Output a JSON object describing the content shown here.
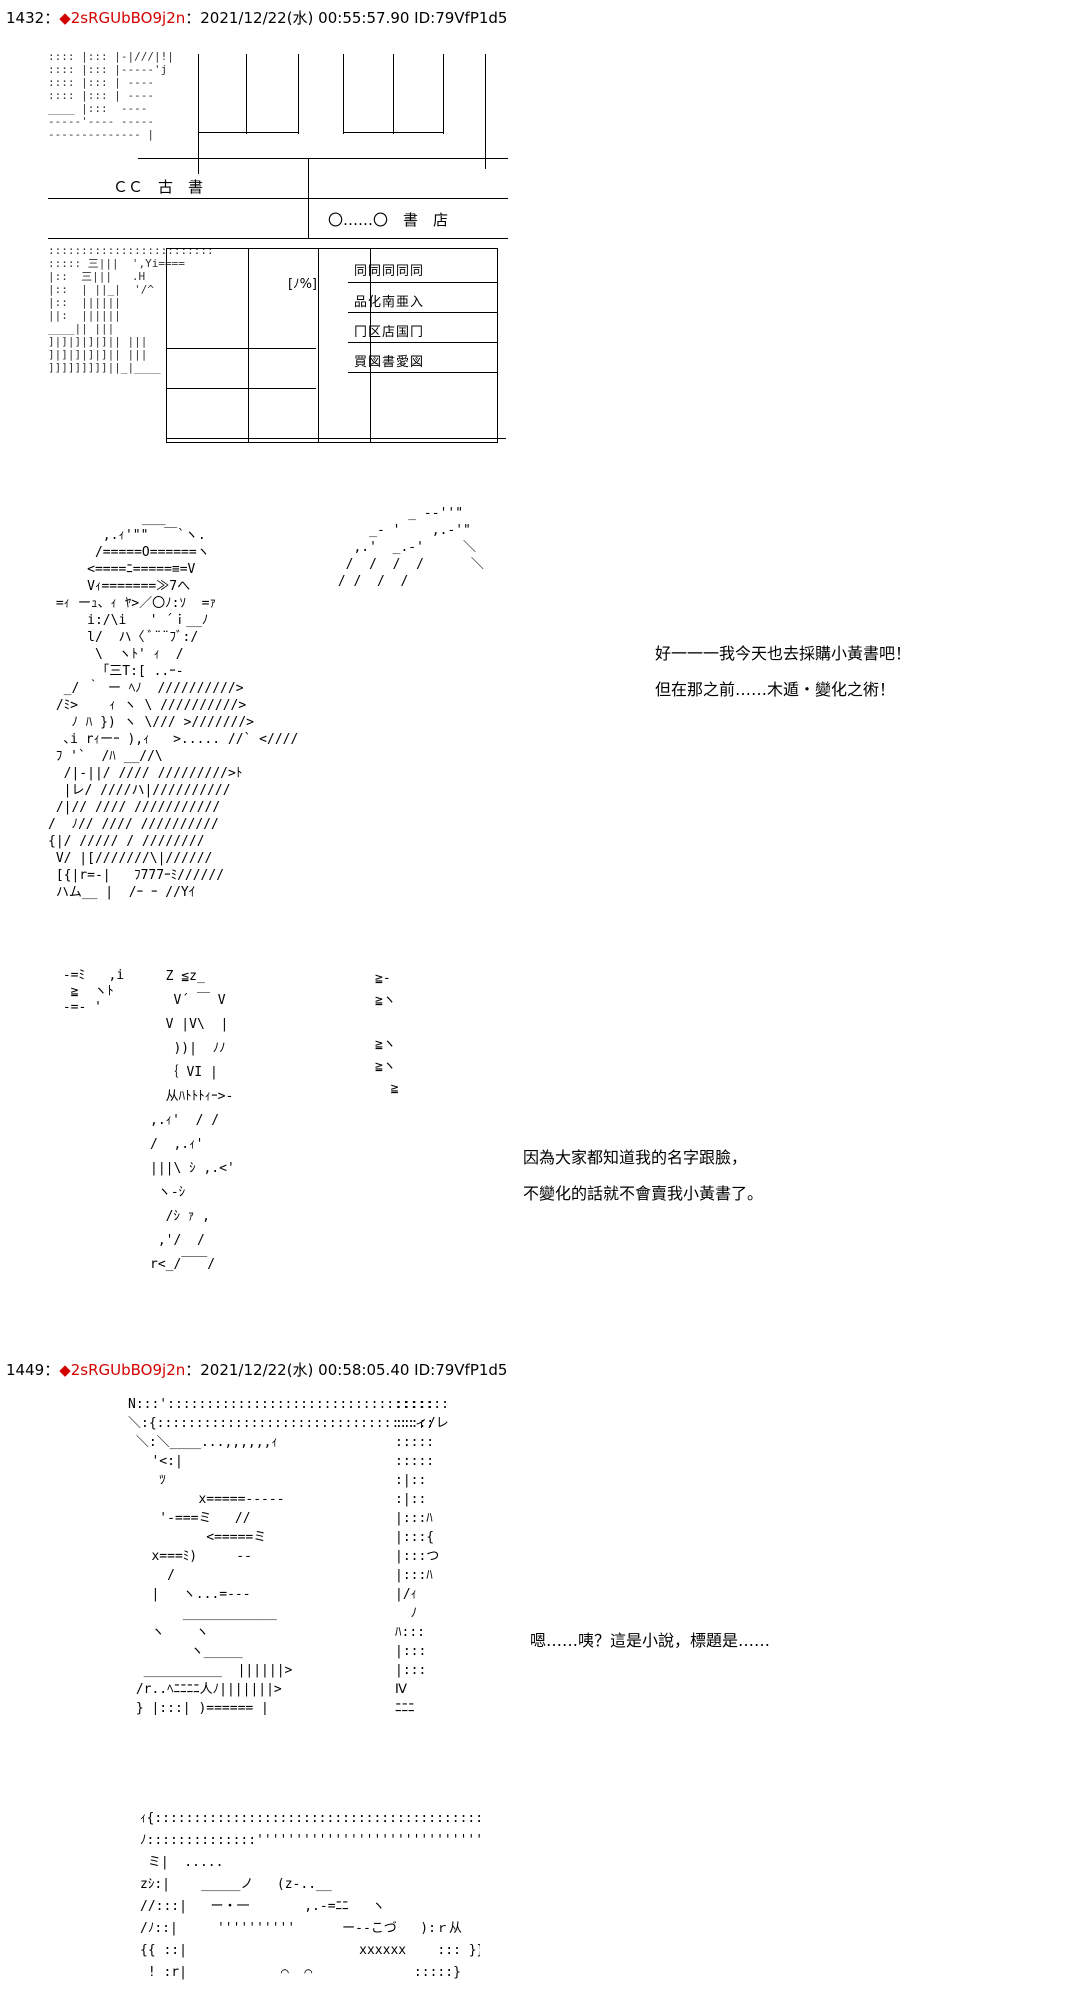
{
  "posts": [
    {
      "number": "1432",
      "separator": "：",
      "marker": "◆",
      "trip": "2sRGUbBO9j2n",
      "meta": "：2021/12/22(水) 00:55:57.90 ID:79VfP1d5",
      "panels": [
        {
          "lines": []
        },
        {
          "lines": [
            "好一一一我今天也去採購小黃書吧！",
            "但在那之前……木遁・變化之術！"
          ]
        },
        {
          "lines": [
            "因為大家都知道我的名字跟臉，",
            "不變化的話就不會賣我小黃書了。"
          ]
        }
      ]
    },
    {
      "number": "1449",
      "separator": "：",
      "marker": "◆",
      "trip": "2sRGUbBO9j2n",
      "meta": "：2021/12/22(水) 00:58:05.40 ID:79VfP1d5",
      "panels": [
        {
          "lines": [
            "嗯……咦？這是小說，標題是……"
          ]
        }
      ]
    }
  ],
  "storefront": {
    "sign_left": "古　書",
    "sign_left_prefix": "ＣＣ",
    "sign_right_prefix": "〇……〇",
    "sign_right": "書　店",
    "shelf_rows": [
      "同同同同同",
      "品化南亜入",
      "冂区店国冂",
      "買図書愛図"
    ]
  },
  "art": {
    "ninja": "            ___\n       ,.ｨ'\"\"  ￣`ヽ.\n      /=====O======ヽ\n     <====ﾆ=====≡=V\n     Vｨ=======≫7へ\n =ｨ ーｭ、ｨ ﾔ>／〇ﾉ:ｿ  =ｧ\n     i:/\\i   ' ´ｉ__ﾉ\n     l/  ハ〈 ﾞ¨¨ﾌﾞ:/\n      \\  ヽﾄ' ｨ  /\n       ｢三T:[ ..ｰ-\n  _/ ｀ ー ﾍﾉ  //////////>\n /ﾐ>    ｨ ヽ \\ //////////>\n   ﾉ ﾊ }) ヽ \\/// >///////>\n  ､i rｨーｰ ),ｨ   >..... //` <////\n ﾌ '`  /ﾊ __//\\\n  /|-||/ //// /////////>ﾄ\n  |レ/ ////ハ|//////////\n /|// //// ///////////\n/  ﾉ// //// //////////\n{|/ ///// / ////////\n V/ |[///////\\|//////\n [{|r=-|   ﾌ777ｰﾐ//////\n ハム__ |  /ｰ ｰ //Yｲ",
    "shadow": "  Z ≦z_\n   V´ ￣ V\n  V |V\\  |\n   ))|  ﾉﾉ\n  ｛ VI |\n  从ﾊﾄﾄﾄｨｰ>-\n,.ｨ'  / /\n/  ,.ｨ'\n|||\\ ｼ ,.<'\n ヽ-ｼ\n  /ｼ ｧ ,\n ,'/  /\nr<_/￣￣/",
    "face1": "N:::'::::::::::::::::::::::::::::::::::::::::\n＼:{:::::::::::::::::::::::::::::::::ィ/レシイz\n ＼:＼____...,,,,,,ｨ\n   '<:|\n    ﾂ\n         x=====-----\n    '-===ミ   //\n          <=====ミ\n   x===ﾐ)     --\n     /\n   |   ヽ...=---\n       ____________\n   ヽ    ヽ\n        ヽ_____\n  __________  ||||||>\n /r..ﾍﾆﾆﾆﾆ人ﾉ|||||||>\n } |:::| )====== |",
    "face2": "ｨ{:::::::::::::::::::::::::::::::::::::::::::::::::::::::/ｉ\nﾉ::::::::::::::''''''''''''''''''''''''''''''''''''''''ヾwx::::::/\n ミ|  .....                                        z:::/\nzｼ:|    _____ノ   (z-..__                          z:::\n//:::|   ー・一       ,.-=ﾆﾆ   ヽ\n/ﾉ::|     ''''''''''      ー--こづ   ):ｒ从\n{{ ::|                      xxxxxx    ::: }}\n ! :r|            ⌒  ⌒             :::::}"
  }
}
